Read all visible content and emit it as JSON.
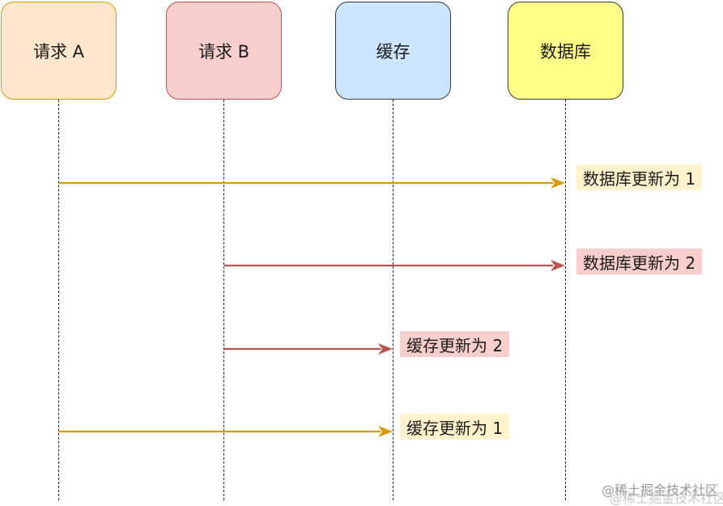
{
  "participants": {
    "request_a": "请求 A",
    "request_b": "请求 B",
    "cache": "缓存",
    "database": "数据库"
  },
  "messages": [
    {
      "from": "请求 A",
      "to": "数据库",
      "label": "数据库更新为 1",
      "color": "#d79b00"
    },
    {
      "from": "请求 B",
      "to": "数据库",
      "label": "数据库更新为 2",
      "color": "#b85450"
    },
    {
      "from": "请求 B",
      "to": "缓存",
      "label": "缓存更新为 2",
      "color": "#b85450"
    },
    {
      "from": "请求 A",
      "to": "缓存",
      "label": "缓存更新为 1",
      "color": "#d79b00"
    }
  ],
  "watermark": "@稀土掘金技术社区"
}
